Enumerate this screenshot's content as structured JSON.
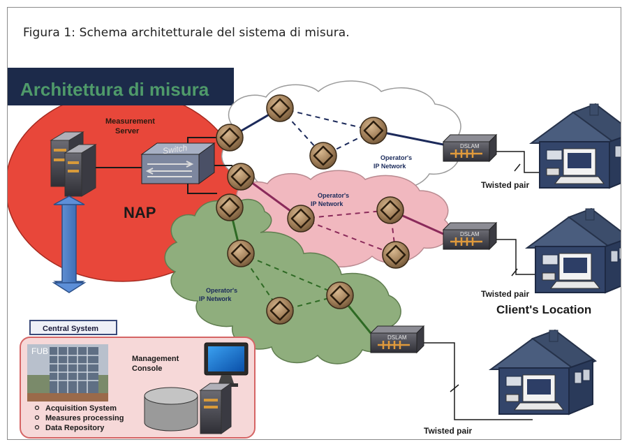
{
  "caption": "Figura 1: Schema architetturale del sistema di misura.",
  "diagram": {
    "title": "Architettura di misura",
    "measurement_server": [
      "Measurement",
      "Server"
    ],
    "switch": "Switch",
    "nap": "NAP",
    "operator_network": [
      "Operator's",
      "IP Network"
    ],
    "dslam": "DSLAM",
    "twisted_pair": "Twisted pair",
    "clients_location": "Client's Location",
    "central_system": "Central System",
    "fub": "FUB",
    "management_console": [
      "Management",
      "Console"
    ],
    "functions": [
      "Acquisition System",
      "Measures processing",
      "Data Repository"
    ],
    "colors": {
      "title_bar": "#1c2a4a",
      "title_text": "#4f9a6a",
      "nap": "#e8473a",
      "white_cloud": "#ffffff",
      "pink_cloud": "#f1b8bf",
      "green_cloud": "#8fae7d",
      "arrow": "#4a7ec8",
      "house": "#4a5d7e"
    }
  }
}
